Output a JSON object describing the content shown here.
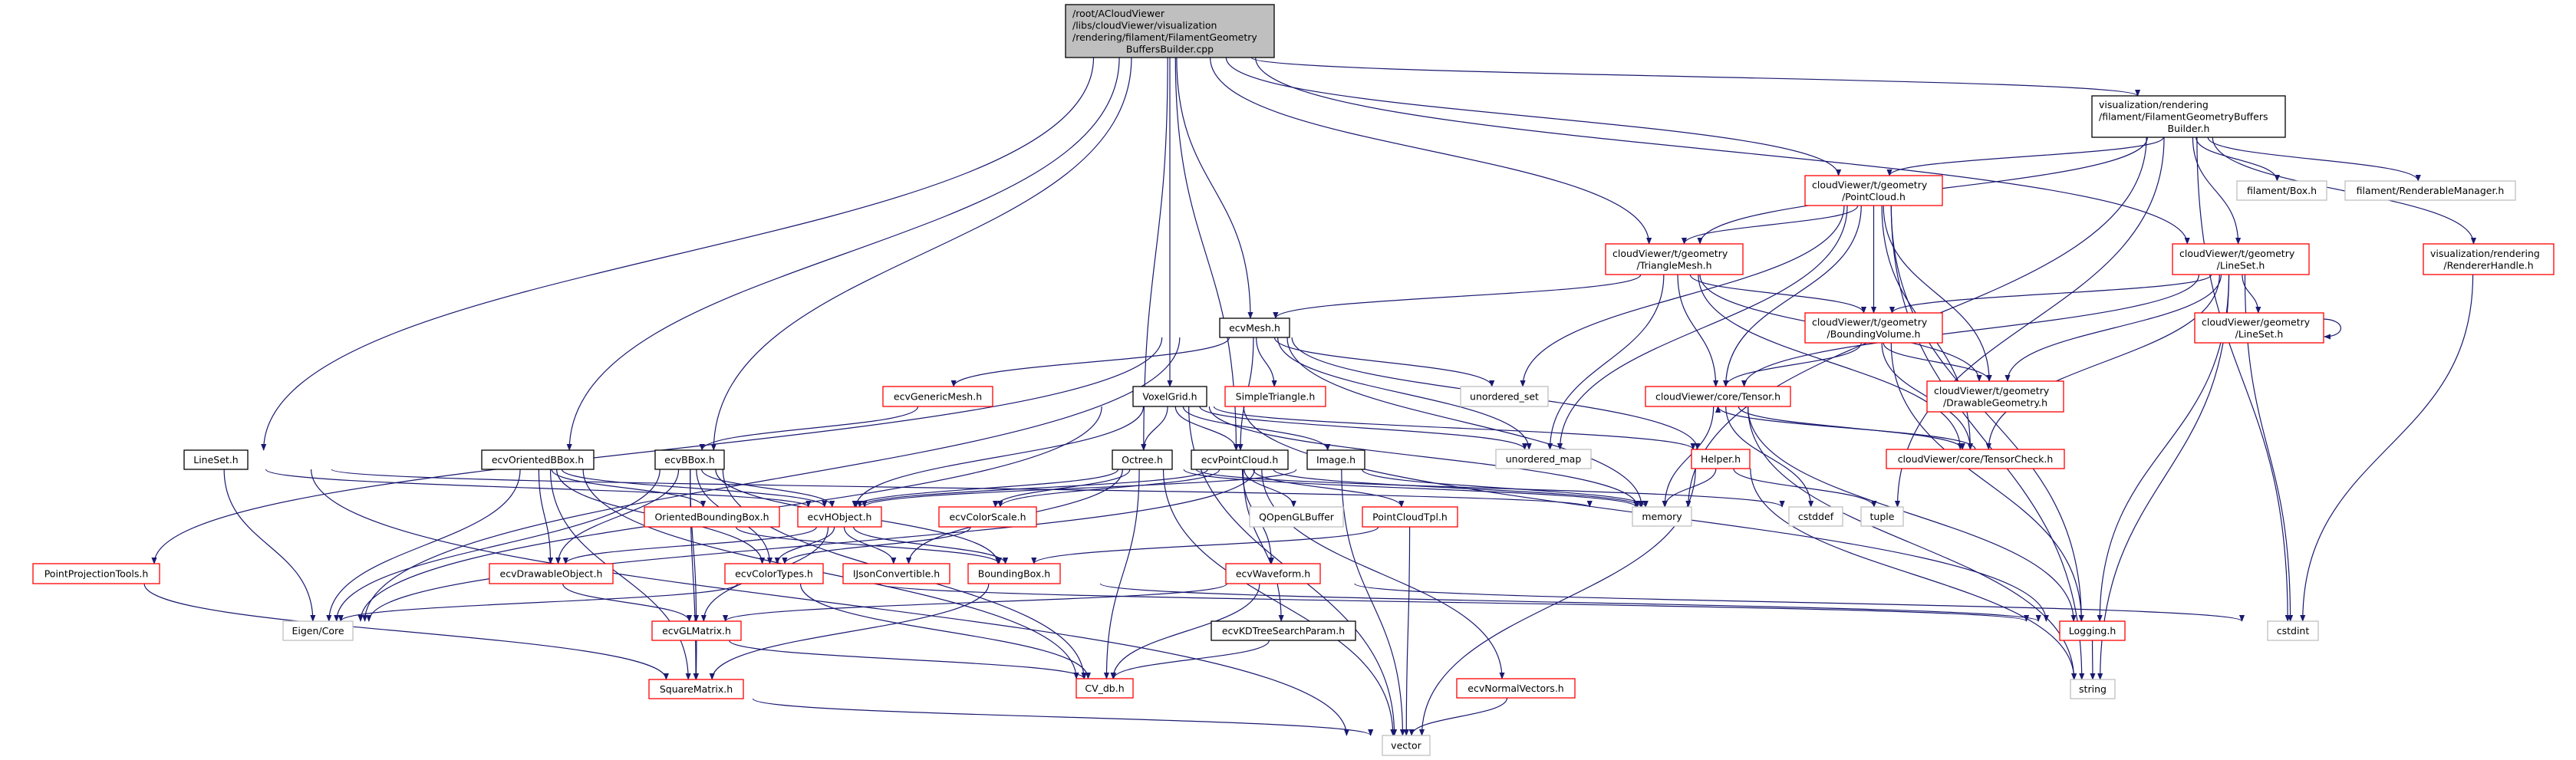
{
  "graph": {
    "edge_color": "#191970",
    "border_colors": {
      "normal": "#000000",
      "truncated": "#ff0000",
      "system": "#bfbfbf"
    },
    "root_fill": "#bfbfbf",
    "nodes": [
      {
        "id": "root",
        "lines": [
          "/root/ACloudViewer",
          "/libs/cloudViewer/visualization",
          "/rendering/filament/FilamentGeometry",
          "BuffersBuilder.cpp"
        ],
        "kind": "root"
      },
      {
        "id": "ffgbb_h",
        "lines": [
          "visualization/rendering",
          "/filament/FilamentGeometryBuffers",
          "Builder.h"
        ],
        "kind": "normal"
      },
      {
        "id": "tPointCloud",
        "lines": [
          "cloudViewer/t/geometry",
          "/PointCloud.h"
        ],
        "kind": "truncated"
      },
      {
        "id": "tTriangleMesh",
        "lines": [
          "cloudViewer/t/geometry",
          "/TriangleMesh.h"
        ],
        "kind": "truncated"
      },
      {
        "id": "tLineSet",
        "lines": [
          "cloudViewer/t/geometry",
          "/LineSet.h"
        ],
        "kind": "truncated"
      },
      {
        "id": "RendererHandle",
        "lines": [
          "visualization/rendering",
          "/RendererHandle.h"
        ],
        "kind": "truncated"
      },
      {
        "id": "filamentBox",
        "lines": [
          "filament/Box.h"
        ],
        "kind": "system"
      },
      {
        "id": "RenderableManager",
        "lines": [
          "filament/RenderableManager.h"
        ],
        "kind": "system"
      },
      {
        "id": "tBoundingVolume",
        "lines": [
          "cloudViewer/t/geometry",
          "/BoundingVolume.h"
        ],
        "kind": "truncated"
      },
      {
        "id": "cvLineSet",
        "lines": [
          "cloudViewer/geometry",
          "/LineSet.h"
        ],
        "kind": "truncated"
      },
      {
        "id": "DrawableGeometry",
        "lines": [
          "cloudViewer/t/geometry",
          "/DrawableGeometry.h"
        ],
        "kind": "truncated"
      },
      {
        "id": "Tensor",
        "lines": [
          "cloudViewer/core/Tensor.h"
        ],
        "kind": "truncated"
      },
      {
        "id": "TensorCheck",
        "lines": [
          "cloudViewer/core/TensorCheck.h"
        ],
        "kind": "truncated"
      },
      {
        "id": "ecvMesh",
        "lines": [
          "ecvMesh.h"
        ],
        "kind": "normal"
      },
      {
        "id": "ecvGenericMesh",
        "lines": [
          "ecvGenericMesh.h"
        ],
        "kind": "truncated"
      },
      {
        "id": "VoxelGrid",
        "lines": [
          "VoxelGrid.h"
        ],
        "kind": "normal"
      },
      {
        "id": "SimpleTriangle",
        "lines": [
          "SimpleTriangle.h"
        ],
        "kind": "truncated"
      },
      {
        "id": "unordered_set",
        "lines": [
          "unordered_set"
        ],
        "kind": "system"
      },
      {
        "id": "unordered_map",
        "lines": [
          "unordered_map"
        ],
        "kind": "system"
      },
      {
        "id": "Helper",
        "lines": [
          "Helper.h"
        ],
        "kind": "truncated"
      },
      {
        "id": "LineSet",
        "lines": [
          "LineSet.h"
        ],
        "kind": "normal"
      },
      {
        "id": "ecvOrientedBBox",
        "lines": [
          "ecvOrientedBBox.h"
        ],
        "kind": "normal"
      },
      {
        "id": "ecvBBox",
        "lines": [
          "ecvBBox.h"
        ],
        "kind": "normal"
      },
      {
        "id": "Octree",
        "lines": [
          "Octree.h"
        ],
        "kind": "normal"
      },
      {
        "id": "ecvPointCloud",
        "lines": [
          "ecvPointCloud.h"
        ],
        "kind": "normal"
      },
      {
        "id": "Image",
        "lines": [
          "Image.h"
        ],
        "kind": "normal"
      },
      {
        "id": "memory",
        "lines": [
          "memory"
        ],
        "kind": "system"
      },
      {
        "id": "cstddef",
        "lines": [
          "cstddef"
        ],
        "kind": "system"
      },
      {
        "id": "tuple",
        "lines": [
          "tuple"
        ],
        "kind": "system"
      },
      {
        "id": "OrientedBoundingBox",
        "lines": [
          "OrientedBoundingBox.h"
        ],
        "kind": "truncated"
      },
      {
        "id": "ecvHObject",
        "lines": [
          "ecvHObject.h"
        ],
        "kind": "truncated"
      },
      {
        "id": "ecvColorScale",
        "lines": [
          "ecvColorScale.h"
        ],
        "kind": "truncated"
      },
      {
        "id": "QOpenGLBuffer",
        "lines": [
          "QOpenGLBuffer"
        ],
        "kind": "system"
      },
      {
        "id": "PointCloudTpl",
        "lines": [
          "PointCloudTpl.h"
        ],
        "kind": "truncated"
      },
      {
        "id": "PointProjectionTools",
        "lines": [
          "PointProjectionTools.h"
        ],
        "kind": "truncated"
      },
      {
        "id": "ecvDrawableObject",
        "lines": [
          "ecvDrawableObject.h"
        ],
        "kind": "truncated"
      },
      {
        "id": "ecvColorTypes",
        "lines": [
          "ecvColorTypes.h"
        ],
        "kind": "truncated"
      },
      {
        "id": "IJsonConvertible",
        "lines": [
          "IJsonConvertible.h"
        ],
        "kind": "truncated"
      },
      {
        "id": "BoundingBox",
        "lines": [
          "BoundingBox.h"
        ],
        "kind": "truncated"
      },
      {
        "id": "ecvWaveform",
        "lines": [
          "ecvWaveform.h"
        ],
        "kind": "truncated"
      },
      {
        "id": "Eigen",
        "lines": [
          "Eigen/Core"
        ],
        "kind": "system"
      },
      {
        "id": "ecvGLMatrix",
        "lines": [
          "ecvGLMatrix.h"
        ],
        "kind": "truncated"
      },
      {
        "id": "ecvKDTreeSearchParam",
        "lines": [
          "ecvKDTreeSearchParam.h"
        ],
        "kind": "normal"
      },
      {
        "id": "Logging",
        "lines": [
          "Logging.h"
        ],
        "kind": "truncated"
      },
      {
        "id": "cstdint",
        "lines": [
          "cstdint"
        ],
        "kind": "system"
      },
      {
        "id": "SquareMatrix",
        "lines": [
          "SquareMatrix.h"
        ],
        "kind": "truncated"
      },
      {
        "id": "CV_db",
        "lines": [
          "CV_db.h"
        ],
        "kind": "truncated"
      },
      {
        "id": "ecvNormalVectors",
        "lines": [
          "ecvNormalVectors.h"
        ],
        "kind": "truncated"
      },
      {
        "id": "string",
        "lines": [
          "string"
        ],
        "kind": "system"
      },
      {
        "id": "vector",
        "lines": [
          "vector"
        ],
        "kind": "system"
      }
    ],
    "edges": [
      [
        "root",
        "LineSet"
      ],
      [
        "root",
        "ecvOrientedBBox"
      ],
      [
        "root",
        "ecvBBox"
      ],
      [
        "root",
        "Octree"
      ],
      [
        "root",
        "ecvPointCloud"
      ],
      [
        "root",
        "VoxelGrid"
      ],
      [
        "root",
        "ecvMesh"
      ],
      [
        "root",
        "tTriangleMesh"
      ],
      [
        "root",
        "tPointCloud"
      ],
      [
        "root",
        "ffgbb_h"
      ],
      [
        "root",
        "tLineSet"
      ],
      [
        "ffgbb_h",
        "tPointCloud"
      ],
      [
        "ffgbb_h",
        "tTriangleMesh"
      ],
      [
        "ffgbb_h",
        "tLineSet"
      ],
      [
        "ffgbb_h",
        "filamentBox"
      ],
      [
        "ffgbb_h",
        "RenderableManager"
      ],
      [
        "ffgbb_h",
        "RendererHandle"
      ],
      [
        "ffgbb_h",
        "memory"
      ],
      [
        "ffgbb_h",
        "tuple"
      ],
      [
        "ffgbb_h",
        "cstdint"
      ],
      [
        "tPointCloud",
        "tTriangleMesh"
      ],
      [
        "tPointCloud",
        "tBoundingVolume"
      ],
      [
        "tPointCloud",
        "Tensor"
      ],
      [
        "tPointCloud",
        "DrawableGeometry"
      ],
      [
        "tPointCloud",
        "TensorCheck"
      ],
      [
        "tPointCloud",
        "Logging"
      ],
      [
        "tPointCloud",
        "unordered_map"
      ],
      [
        "tPointCloud",
        "unordered_set"
      ],
      [
        "tPointCloud",
        "string"
      ],
      [
        "tTriangleMesh",
        "ecvMesh"
      ],
      [
        "tTriangleMesh",
        "tBoundingVolume"
      ],
      [
        "tTriangleMesh",
        "Tensor"
      ],
      [
        "tTriangleMesh",
        "DrawableGeometry"
      ],
      [
        "tTriangleMesh",
        "TensorCheck"
      ],
      [
        "tTriangleMesh",
        "unordered_map"
      ],
      [
        "tLineSet",
        "tBoundingVolume"
      ],
      [
        "tLineSet",
        "DrawableGeometry"
      ],
      [
        "tLineSet",
        "Tensor"
      ],
      [
        "tLineSet",
        "TensorCheck"
      ],
      [
        "tLineSet",
        "cvLineSet"
      ],
      [
        "tLineSet",
        "Logging"
      ],
      [
        "tLineSet",
        "cstdint"
      ],
      [
        "tLineSet",
        "string"
      ],
      [
        "cvLineSet",
        "cvLineSet"
      ],
      [
        "RendererHandle",
        "cstdint"
      ],
      [
        "tBoundingVolume",
        "Tensor"
      ],
      [
        "tBoundingVolume",
        "DrawableGeometry"
      ],
      [
        "tBoundingVolume",
        "TensorCheck"
      ],
      [
        "tBoundingVolume",
        "Logging"
      ],
      [
        "Tensor",
        "TensorCheck"
      ],
      [
        "Tensor",
        "memory"
      ],
      [
        "Tensor",
        "cstddef"
      ],
      [
        "Tensor",
        "string"
      ],
      [
        "Tensor",
        "Logging"
      ],
      [
        "TensorCheck",
        "Tensor"
      ],
      [
        "Helper",
        "memory"
      ],
      [
        "Helper",
        "tuple"
      ],
      [
        "Helper",
        "string"
      ],
      [
        "Helper",
        "vector"
      ],
      [
        "ecvMesh",
        "ecvGenericMesh"
      ],
      [
        "ecvMesh",
        "SimpleTriangle"
      ],
      [
        "ecvMesh",
        "unordered_set"
      ],
      [
        "ecvMesh",
        "unordered_map"
      ],
      [
        "ecvMesh",
        "Helper"
      ],
      [
        "ecvMesh",
        "ecvPointCloud"
      ],
      [
        "ecvMesh",
        "Eigen"
      ],
      [
        "ecvMesh",
        "PointProjectionTools"
      ],
      [
        "ecvMesh",
        "memory"
      ],
      [
        "VoxelGrid",
        "ecvHObject"
      ],
      [
        "VoxelGrid",
        "Octree"
      ],
      [
        "VoxelGrid",
        "ecvPointCloud"
      ],
      [
        "VoxelGrid",
        "Image"
      ],
      [
        "VoxelGrid",
        "unordered_map"
      ],
      [
        "VoxelGrid",
        "memory"
      ],
      [
        "VoxelGrid",
        "Helper"
      ],
      [
        "VoxelGrid",
        "Eigen"
      ],
      [
        "VoxelGrid",
        "vector"
      ],
      [
        "VoxelGrid",
        "Logging"
      ],
      [
        "ecvGenericMesh",
        "ecvBBox"
      ],
      [
        "LineSet",
        "ecvHObject"
      ],
      [
        "LineSet",
        "Eigen"
      ],
      [
        "LineSet",
        "memory"
      ],
      [
        "LineSet",
        "vector"
      ],
      [
        "ecvOrientedBBox",
        "OrientedBoundingBox"
      ],
      [
        "ecvOrientedBBox",
        "ecvHObject"
      ],
      [
        "ecvOrientedBBox",
        "ecvDrawableObject"
      ],
      [
        "ecvOrientedBBox",
        "ecvColorTypes"
      ],
      [
        "ecvOrientedBBox",
        "Eigen"
      ],
      [
        "ecvOrientedBBox",
        "SquareMatrix"
      ],
      [
        "ecvOrientedBBox",
        "CV_db"
      ],
      [
        "ecvBBox",
        "ecvHObject"
      ],
      [
        "ecvBBox",
        "BoundingBox"
      ],
      [
        "ecvBBox",
        "ecvDrawableObject"
      ],
      [
        "ecvBBox",
        "ecvGLMatrix"
      ],
      [
        "ecvBBox",
        "ecvColorTypes"
      ],
      [
        "ecvBBox",
        "SquareMatrix"
      ],
      [
        "ecvBBox",
        "CV_db"
      ],
      [
        "ecvBBox",
        "Eigen"
      ],
      [
        "ecvHObject",
        "ecvDrawableObject"
      ],
      [
        "ecvHObject",
        "ecvColorTypes"
      ],
      [
        "ecvHObject",
        "ecvGLMatrix"
      ],
      [
        "ecvHObject",
        "IJsonConvertible"
      ],
      [
        "ecvHObject",
        "BoundingBox"
      ],
      [
        "OrientedBoundingBox",
        "BoundingBox"
      ],
      [
        "ecvDrawableObject",
        "ecvGLMatrix"
      ],
      [
        "ecvColorTypes",
        "Eigen"
      ],
      [
        "ecvColorTypes",
        "CV_db"
      ],
      [
        "ecvColorTypes",
        "Logging"
      ],
      [
        "ecvGLMatrix",
        "SquareMatrix"
      ],
      [
        "ecvGLMatrix",
        "CV_db"
      ],
      [
        "SquareMatrix",
        "vector"
      ],
      [
        "PointProjectionTools",
        "SquareMatrix"
      ],
      [
        "BoundingBox",
        "SquareMatrix"
      ],
      [
        "BoundingBox",
        "Logging"
      ],
      [
        "Octree",
        "ecvHObject"
      ],
      [
        "Octree",
        "ecvColorScale"
      ],
      [
        "Octree",
        "CV_db"
      ],
      [
        "Octree",
        "vector"
      ],
      [
        "Octree",
        "memory"
      ],
      [
        "Octree",
        "IJsonConvertible"
      ],
      [
        "Octree",
        "cstddef"
      ],
      [
        "ecvPointCloud",
        "QOpenGLBuffer"
      ],
      [
        "ecvPointCloud",
        "PointCloudTpl"
      ],
      [
        "ecvPointCloud",
        "ecvWaveform"
      ],
      [
        "ecvPointCloud",
        "ecvKDTreeSearchParam"
      ],
      [
        "ecvPointCloud",
        "ecvNormalVectors"
      ],
      [
        "ecvPointCloud",
        "ecvColorScale"
      ],
      [
        "ecvPointCloud",
        "ecvHObject"
      ],
      [
        "ecvPointCloud",
        "memory"
      ],
      [
        "Image",
        "memory"
      ],
      [
        "Image",
        "vector"
      ],
      [
        "Image",
        "ecvHObject"
      ],
      [
        "Image",
        "Eigen"
      ],
      [
        "PointCloudTpl",
        "BoundingBox"
      ],
      [
        "PointCloudTpl",
        "vector"
      ],
      [
        "ecvColorScale",
        "ecvColorTypes"
      ],
      [
        "ecvWaveform",
        "CV_db"
      ],
      [
        "ecvWaveform",
        "ecvGLMatrix"
      ],
      [
        "ecvWaveform",
        "cstdint"
      ],
      [
        "ecvKDTreeSearchParam",
        "CV_db"
      ],
      [
        "ecvNormalVectors",
        "vector"
      ],
      [
        "Logging",
        "string"
      ]
    ]
  }
}
